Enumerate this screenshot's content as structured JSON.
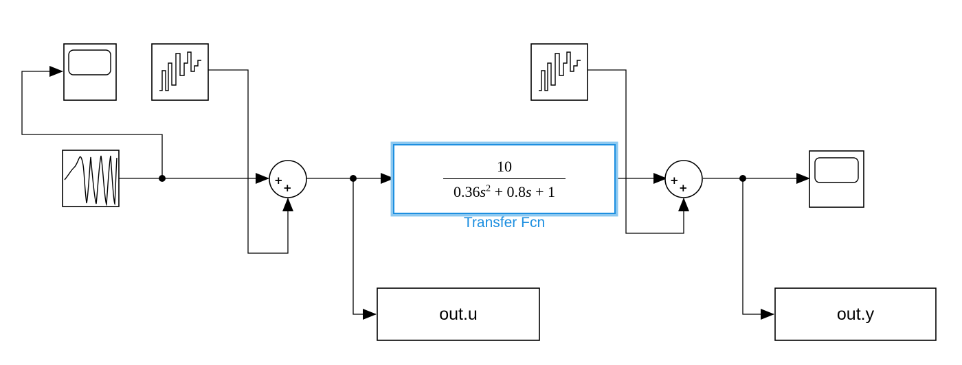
{
  "transfer_fcn": {
    "numerator": "10",
    "den_c2": "0.36",
    "den_var": "s",
    "den_pow": "2",
    "den_op1": " + ",
    "den_c1": "0.8",
    "den_op2": " + ",
    "den_c0": "1",
    "label": "Transfer Fcn"
  },
  "sum1": {
    "sign_left": "+",
    "sign_bottom": "+"
  },
  "sum2": {
    "sign_left": "+",
    "sign_bottom": "+"
  },
  "out_u": {
    "label": "out.u"
  },
  "out_y": {
    "label": "out.y"
  },
  "colors": {
    "selection": "#1d8fe0",
    "selection_glow": "#8cc8f0",
    "wire": "#000000"
  }
}
